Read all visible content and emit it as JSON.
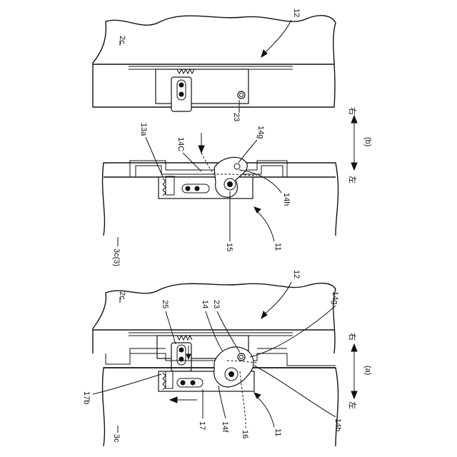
{
  "panel_a": {
    "caption": "(a)",
    "direction_right": "右",
    "direction_left": "左",
    "labels": {
      "housing_top": "2c",
      "housing_bottom": "3c",
      "arrow_12": "12",
      "arrow_11": "11",
      "n25": "25",
      "n14": "14",
      "n23": "23",
      "n14g": "14g",
      "n17b": "17b",
      "n17": "17",
      "n14f": "14f",
      "n16": "16",
      "n14h": "14h"
    }
  },
  "panel_b": {
    "caption": "(b)",
    "direction_right": "右",
    "direction_left": "左",
    "labels": {
      "housing_top": "2c",
      "housing_bottom": "3c(3)",
      "arrow_12": "12",
      "arrow_11": "11",
      "n23": "23",
      "n13a": "13a",
      "n14c": "14C",
      "n14g": "14g",
      "n14h": "14h",
      "n15": "15"
    }
  }
}
